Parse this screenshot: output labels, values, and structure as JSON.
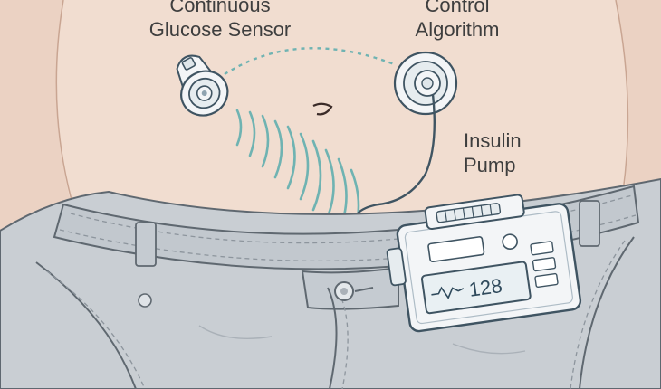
{
  "labels": {
    "cgm": [
      "Continuous",
      "Glucose Sensor"
    ],
    "algorithm": [
      "Control",
      "Algorithm"
    ],
    "pump": [
      "Insulin",
      "Pump"
    ]
  },
  "pump_display": {
    "reading": "128"
  },
  "colors": {
    "skin": "#f1ddd0",
    "skin_shadow": "#e0c3b2",
    "denim": "#c9ced3",
    "denim_shadow": "#aab1b8",
    "stitch": "#8d959d",
    "signal": "#6fb3b2",
    "device": "#f3f5f7",
    "device_outline": "#3f5462"
  }
}
